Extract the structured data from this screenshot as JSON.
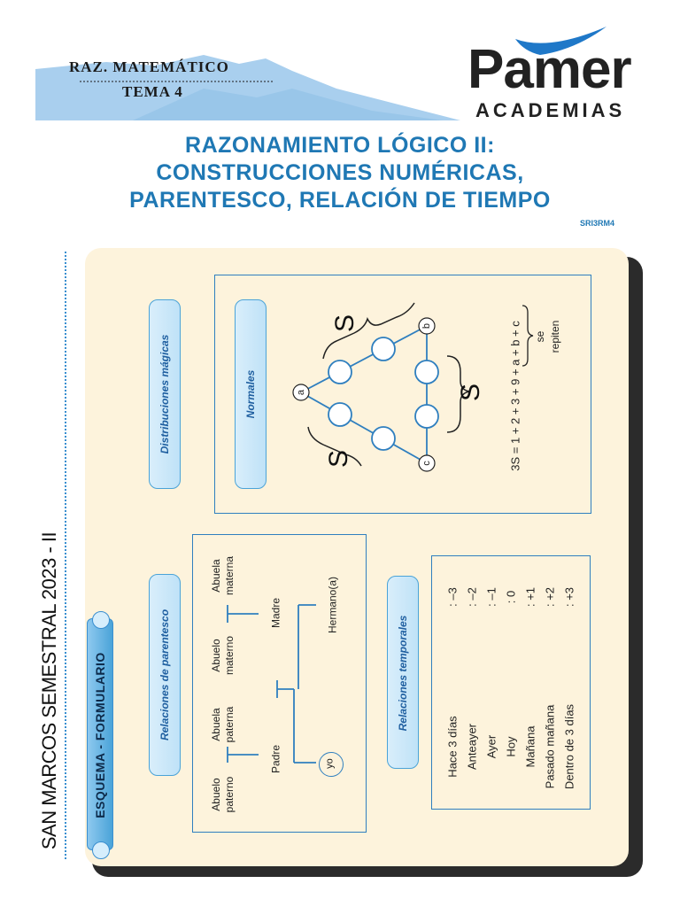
{
  "header": {
    "subject": "RAZ. MATEMÁTICO",
    "topic": "TEMA 4",
    "brand_name": "Pamer",
    "brand_sub": "ACADEMIAS"
  },
  "title": {
    "line1": "RAZONAMIENTO LÓGICO II:",
    "line2": "CONSTRUCCIONES NUMÉRICAS,",
    "line3": "PARENTESCO, RELACIÓN DE TIEMPO",
    "code": "SRI3RM4"
  },
  "side": {
    "semester": "SAN MARCOS SEMESTRAL 2023 - II",
    "tab": "ESQUEMA - FORMULARIO"
  },
  "distribuciones": {
    "category": "Distribuciones mágicas",
    "subcategory": "Normales",
    "sum_label": "S",
    "vertex_a": "a",
    "vertex_b": "b",
    "vertex_c": "c",
    "formula": "3S = 1 + 2 + 3 + 9 + a + b + c",
    "repeat_line1": "se",
    "repeat_line2": "repiten"
  },
  "parentesco": {
    "category": "Relaciones de parentesco",
    "abuelo_paterno": [
      "Abuelo",
      "paterno"
    ],
    "abuela_paterna": [
      "Abuela",
      "paterna"
    ],
    "abuelo_materno": [
      "Abuelo",
      "materno"
    ],
    "abuela_materna": [
      "Abuela",
      "materna"
    ],
    "padre": "Padre",
    "madre": "Madre",
    "yo": "yo",
    "hermano": "Hermano(a)"
  },
  "temporales": {
    "category": "Relaciones temporales",
    "rows": [
      {
        "label": "Hace 3 días",
        "value": ": –3"
      },
      {
        "label": "Anteayer",
        "value": ": –2"
      },
      {
        "label": "Ayer",
        "value": ": –1"
      },
      {
        "label": "Hoy",
        "value": ": 0"
      },
      {
        "label": "Mañana",
        "value": ": +1"
      },
      {
        "label": "Pasado mañana",
        "value": ": +2"
      },
      {
        "label": "Dentro de 3 días",
        "value": ": +3"
      }
    ]
  },
  "colors": {
    "title_blue": "#1f78b4",
    "panel_cream": "#fdf3dc",
    "box_blue": "#2f7fbf",
    "pill_blue": "#bfe2f7"
  }
}
